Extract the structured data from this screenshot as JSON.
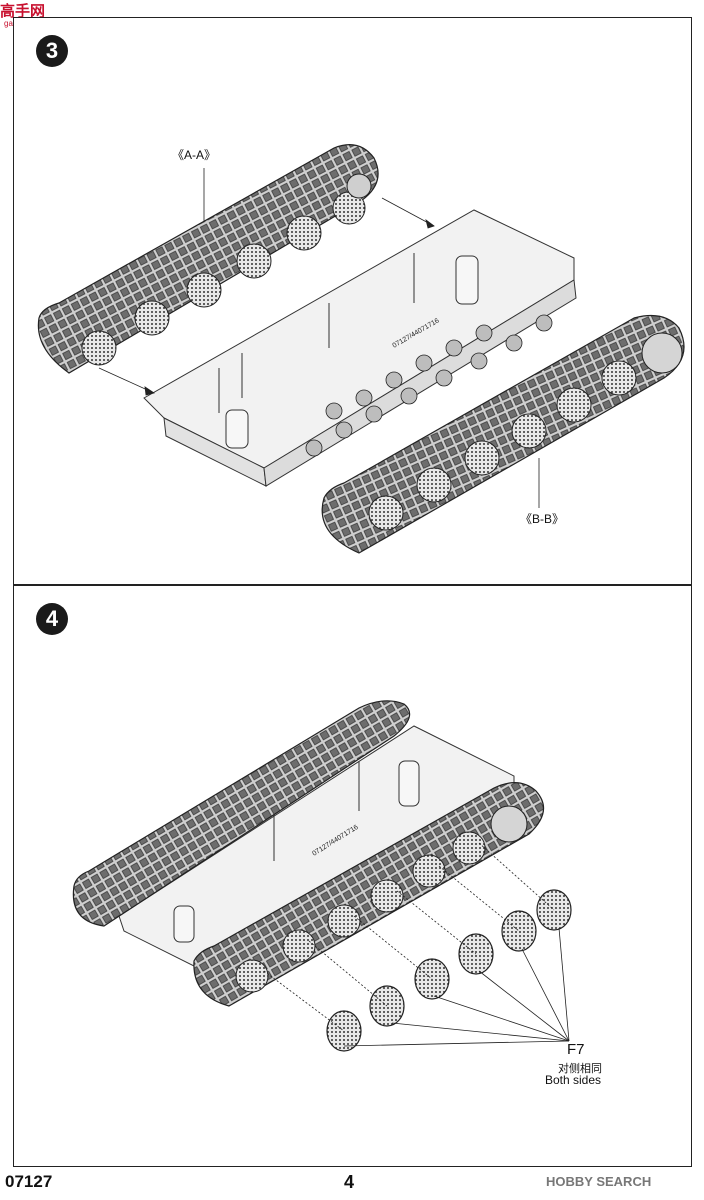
{
  "watermark": {
    "logo_text": "高手网",
    "url": "gao-shou.com",
    "brand": "HOBBY SEARCH"
  },
  "steps": [
    {
      "number": "3",
      "labels": [
        "《A-A》",
        "《B-B》"
      ],
      "hull_marking": "07127/44071716"
    },
    {
      "number": "4",
      "part": "F7",
      "note_cn": "对侧相同",
      "note_en": "Both sides",
      "hull_marking": "07127/44071716"
    }
  ],
  "footer": {
    "product_code": "07127",
    "page_number": "4"
  }
}
